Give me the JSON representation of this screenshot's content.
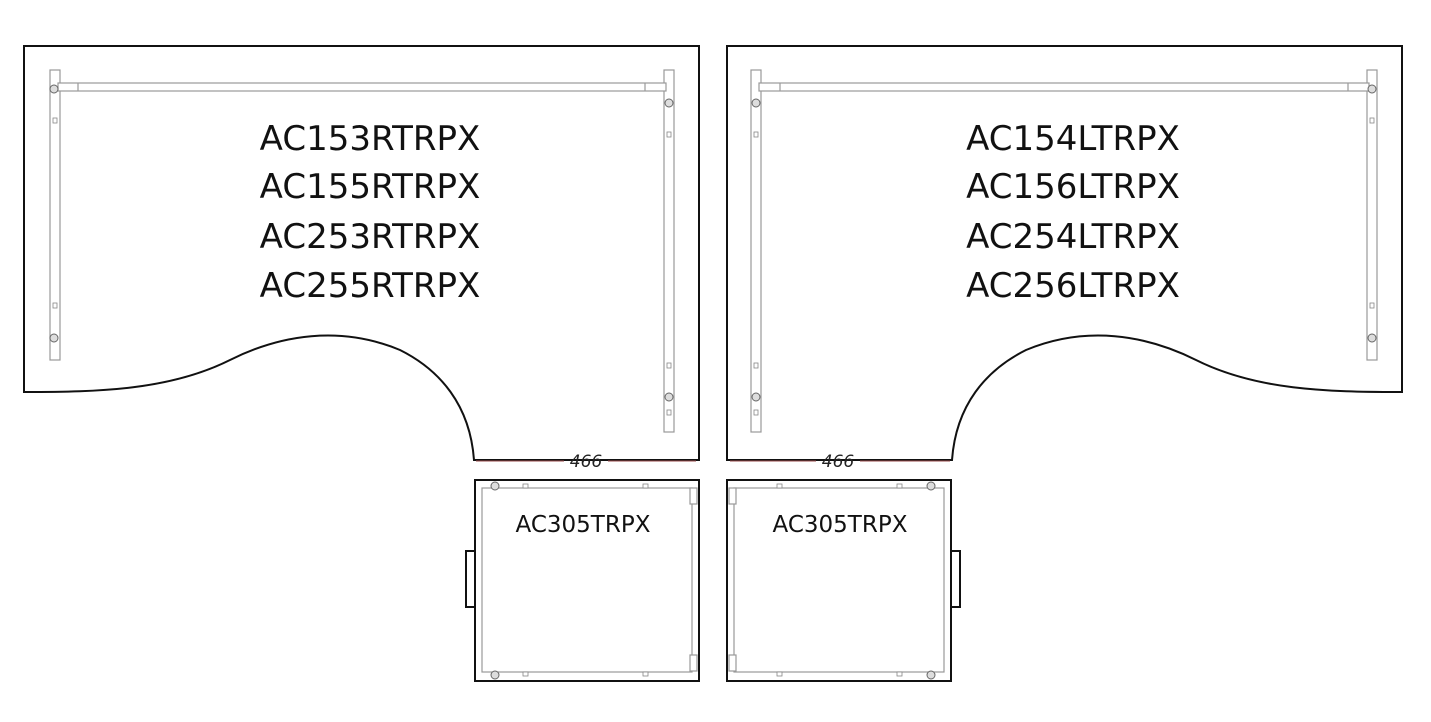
{
  "left_desk": {
    "codes": [
      "AC153RTRPX",
      "AC155RTRPX",
      "AC253RTRPX",
      "AC255RTRPX"
    ]
  },
  "right_desk": {
    "codes": [
      "AC154LTRPX",
      "AC156LTRPX",
      "AC254LTRPX",
      "AC256LTRPX"
    ]
  },
  "left_pedestal": {
    "code": "AC305TRPX"
  },
  "right_pedestal": {
    "code": "AC305TRPX"
  },
  "dimensions": {
    "left_gap": "466",
    "right_gap": "466"
  },
  "colors": {
    "outline": "#111111",
    "frame": "#999999",
    "dimension_line": "#9a4a4a"
  }
}
